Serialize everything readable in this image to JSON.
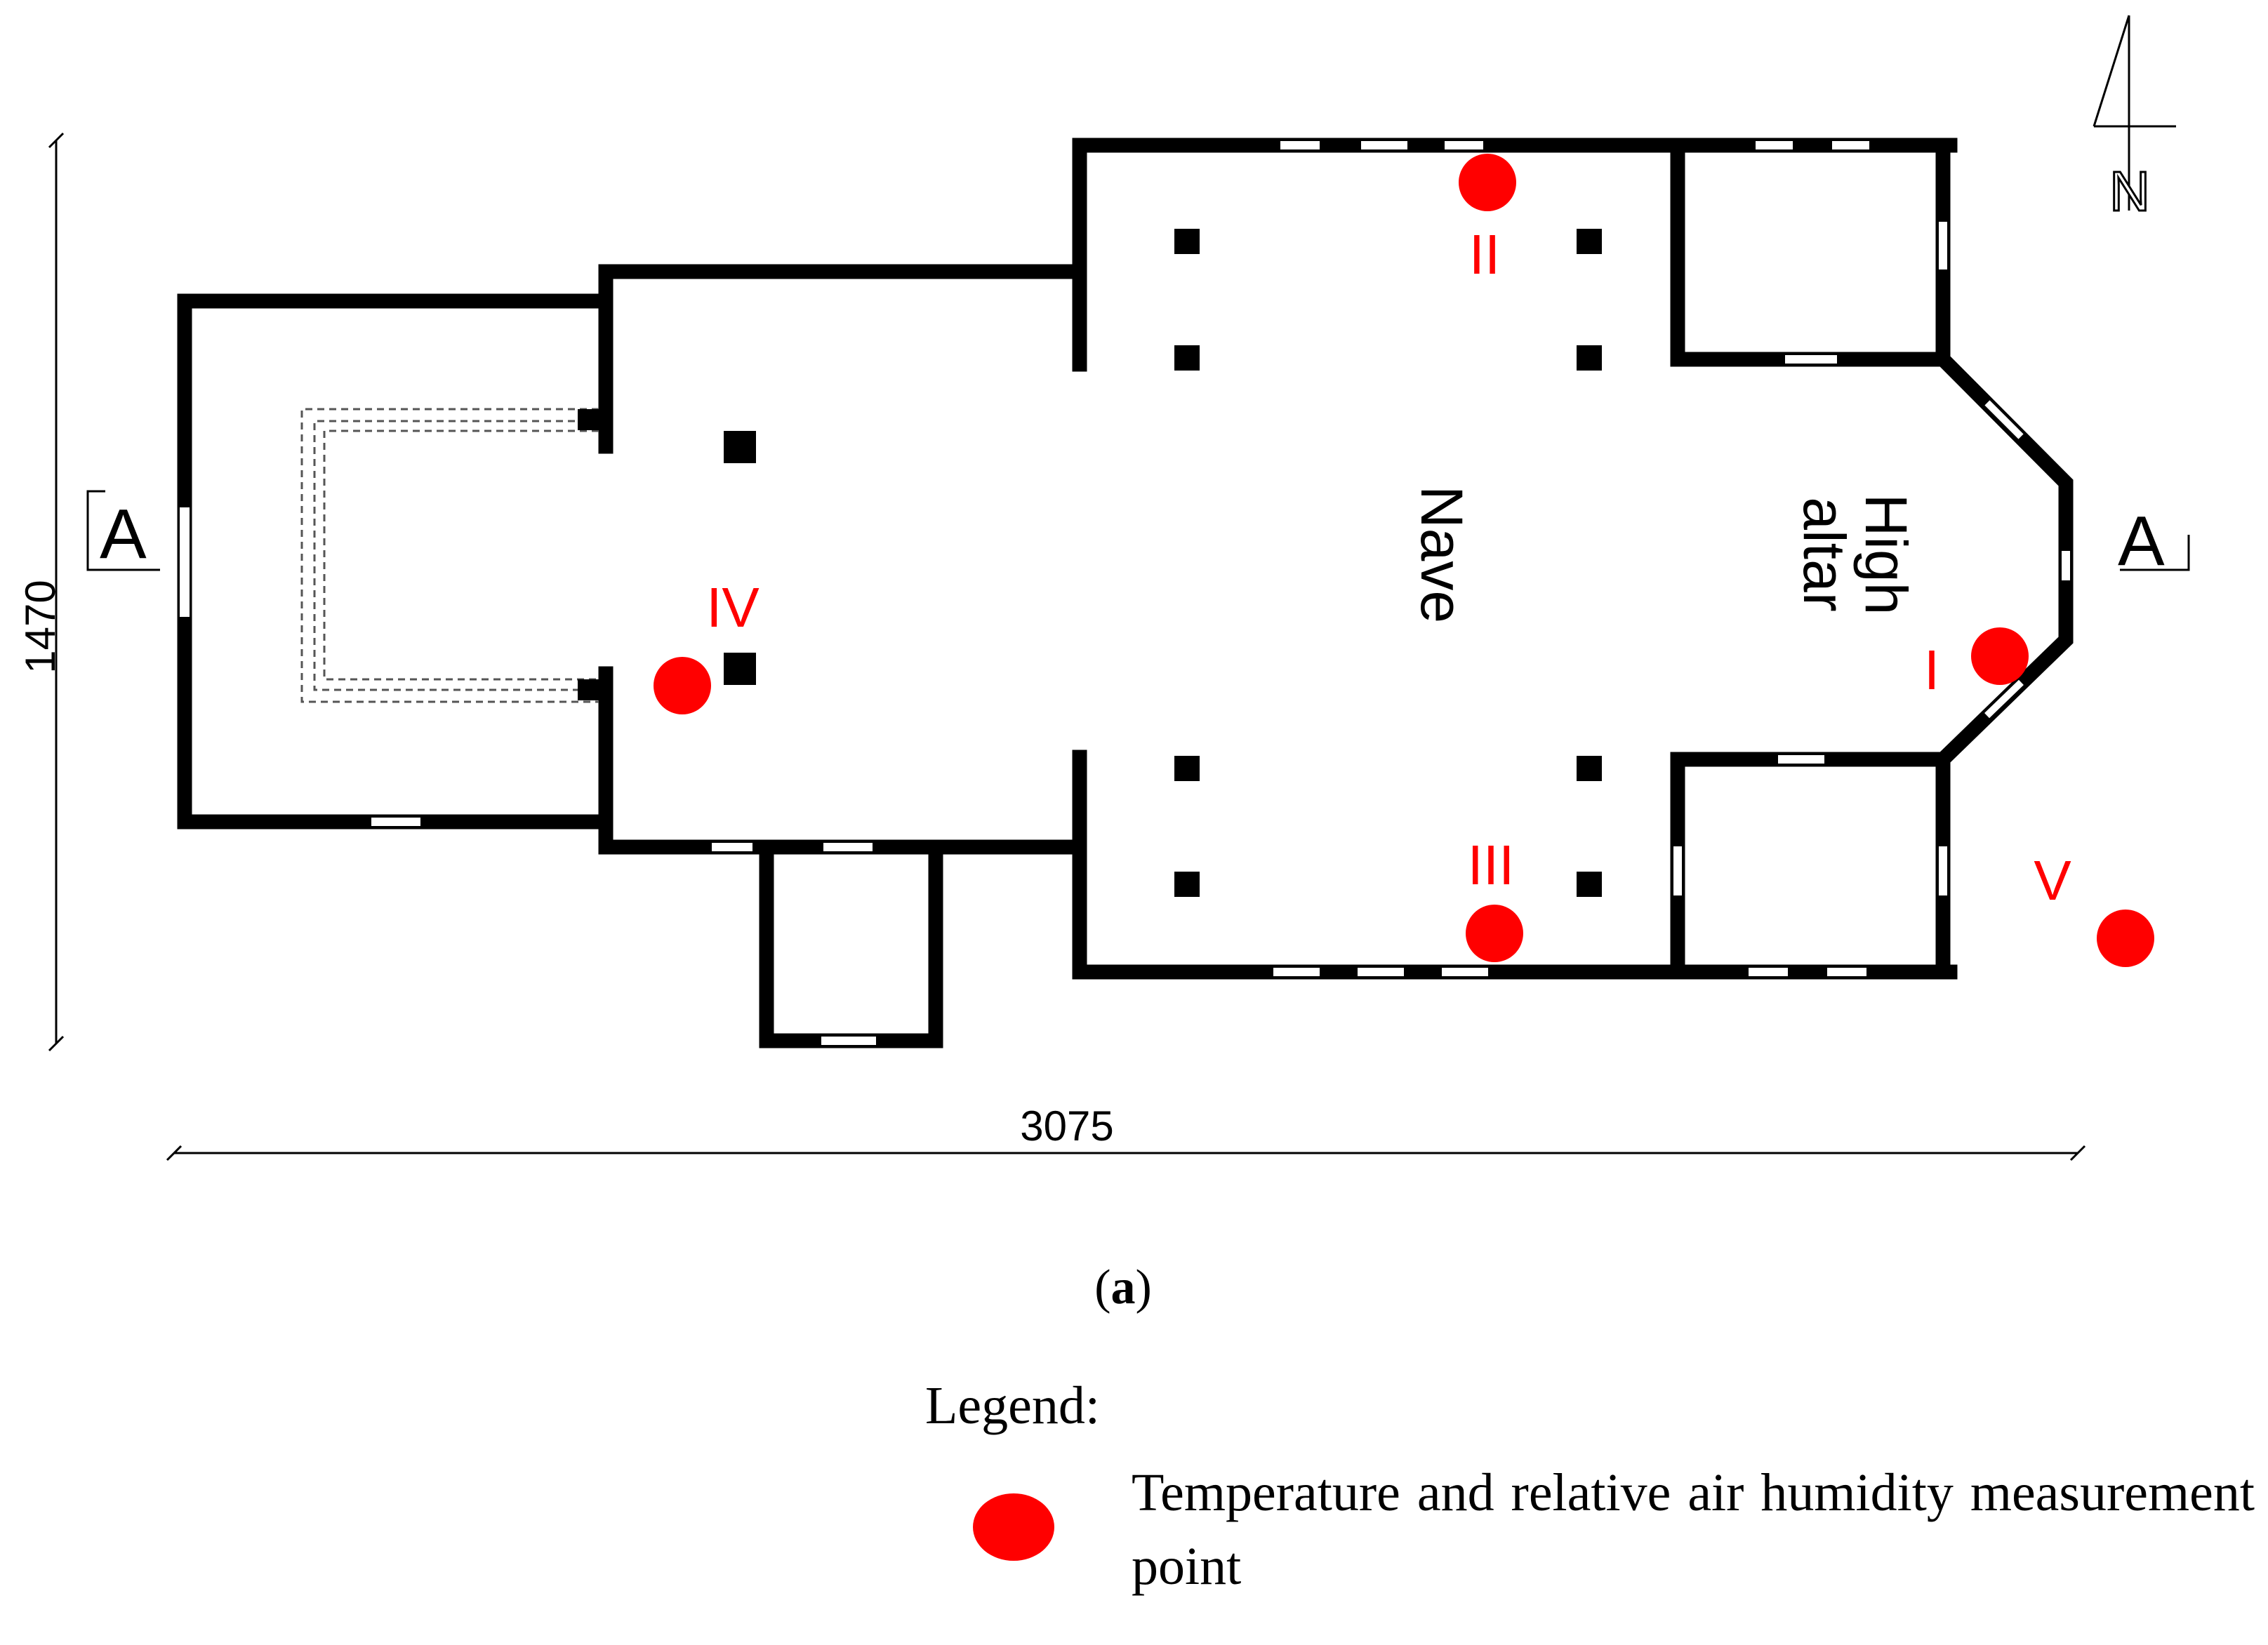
{
  "figure": {
    "caption_open": "(",
    "caption_letter": "a",
    "caption_close": ")"
  },
  "plan": {
    "section_mark_left": "A",
    "section_mark_right": "A",
    "dimension_height": "1470",
    "dimension_width": "3075",
    "north_label": "N",
    "room_nave": "Nave",
    "room_altar_line1": "High",
    "room_altar_line2": "altar"
  },
  "measurement_points": [
    {
      "label": "I"
    },
    {
      "label": "II"
    },
    {
      "label": "III"
    },
    {
      "label": "IV"
    },
    {
      "label": "V"
    }
  ],
  "legend": {
    "title": "Legend:",
    "entry_text": "Temperature and relative air humidity measurement point",
    "marker_color": "#ff0000"
  },
  "colors": {
    "walls": "#000000",
    "points": "#ff0000",
    "labels": "#ff0000"
  }
}
